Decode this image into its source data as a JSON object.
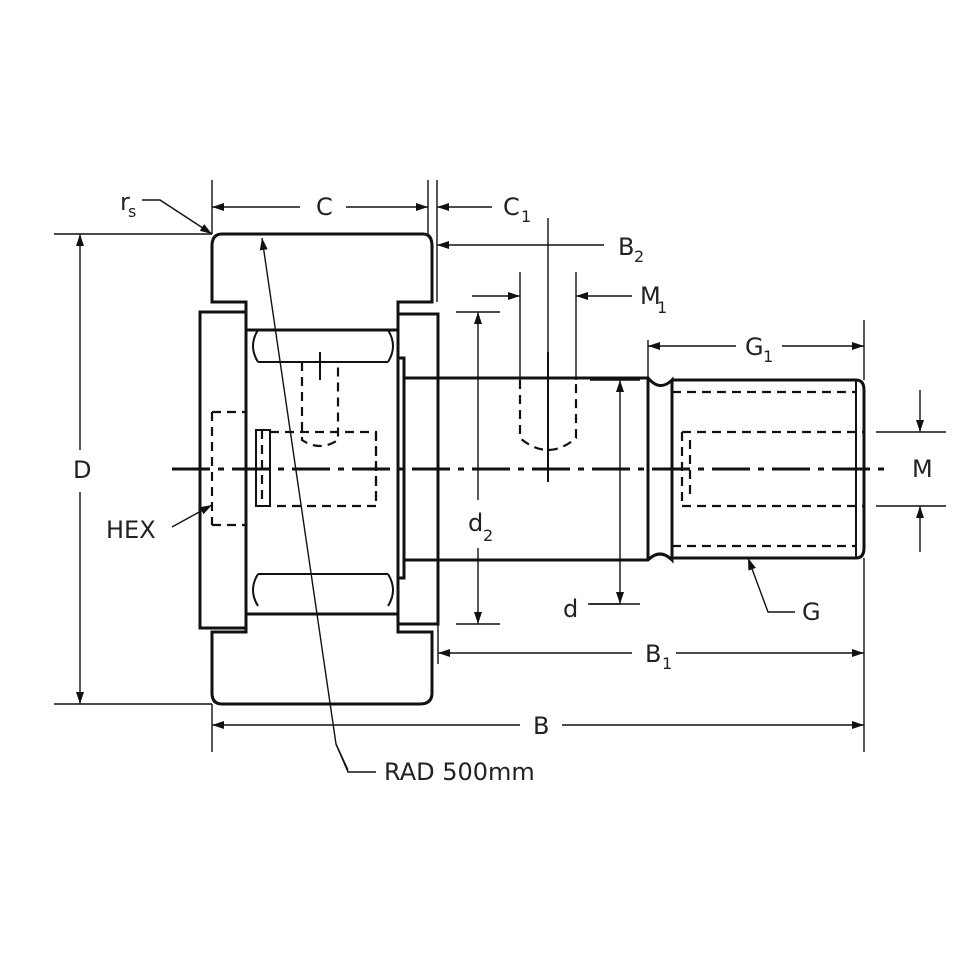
{
  "colors": {
    "ink": "#111111",
    "background": "#ffffff"
  },
  "labels": {
    "rs": "r",
    "rs_sub": "s",
    "C": "C",
    "C1": "C",
    "C1_sub": "1",
    "B2": "B",
    "B2_sub": "2",
    "M1": "M",
    "M1_sub": "1",
    "G1": "G",
    "G1_sub": "1",
    "D": "D",
    "HEX": "HEX",
    "d2": "d",
    "d2_sub": "2",
    "d": "d",
    "M": "M",
    "G": "G",
    "B1": "B",
    "B1_sub": "1",
    "B": "B",
    "rad": "RAD 500mm"
  }
}
